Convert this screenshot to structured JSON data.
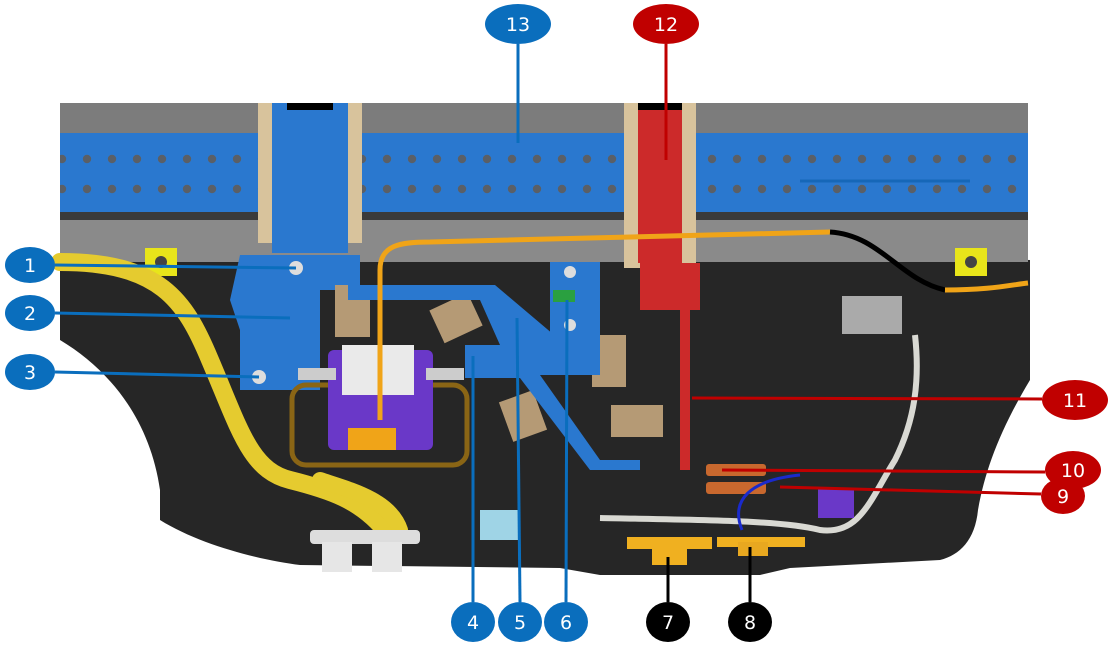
{
  "diagram": {
    "title": "",
    "colors": {
      "callout_blue": "#0a6ebd",
      "callout_red": "#c00000",
      "callout_black": "#000000",
      "plate": "#2a2a2a",
      "bracket_blue": "#2a78cf",
      "busbar_red": "#cc2a2a",
      "harness_orange": "#f0a418",
      "coolant_yellow": "#e5cb2f",
      "contactor_purple": "#6a38c8",
      "insulator_tan": "#b59a75",
      "header_gray": "#7c7c7c"
    },
    "callouts": [
      {
        "id": "1",
        "label": "1",
        "color": "blue"
      },
      {
        "id": "2",
        "label": "2",
        "color": "blue"
      },
      {
        "id": "3",
        "label": "3",
        "color": "blue"
      },
      {
        "id": "4",
        "label": "4",
        "color": "blue"
      },
      {
        "id": "5",
        "label": "5",
        "color": "blue"
      },
      {
        "id": "6",
        "label": "6",
        "color": "blue"
      },
      {
        "id": "7",
        "label": "7",
        "color": "black"
      },
      {
        "id": "8",
        "label": "8",
        "color": "black"
      },
      {
        "id": "9",
        "label": "9",
        "color": "red"
      },
      {
        "id": "10",
        "label": "10",
        "color": "red"
      },
      {
        "id": "11",
        "label": "11",
        "color": "red"
      },
      {
        "id": "12",
        "label": "12",
        "color": "red"
      },
      {
        "id": "13",
        "label": "13",
        "color": "blue"
      }
    ]
  }
}
